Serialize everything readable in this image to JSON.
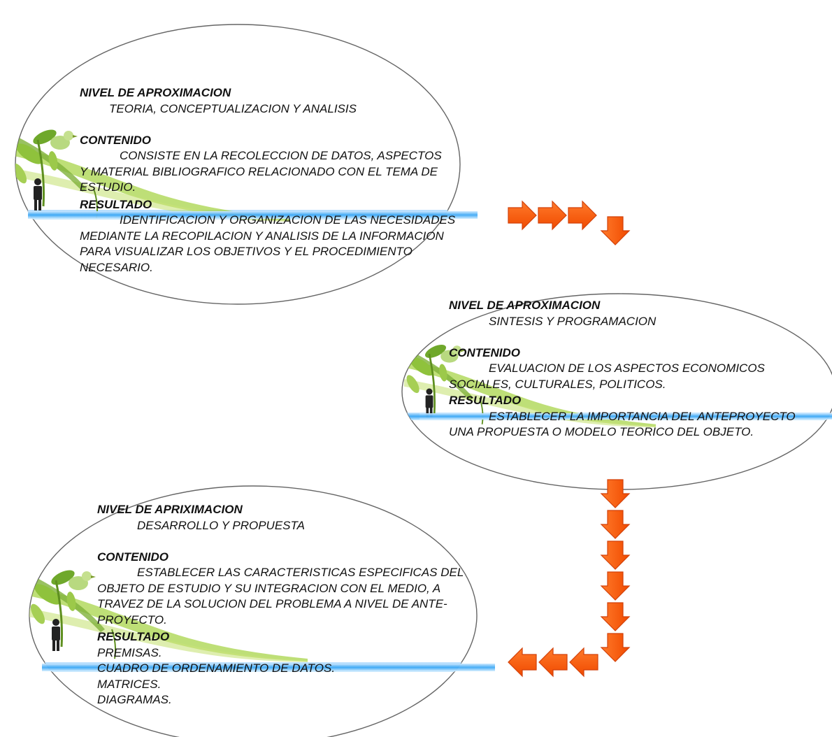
{
  "blocks": [
    {
      "nivel_heading": "NIVEL DE APROXIMACION",
      "nivel_value": "TEORIA, CONCEPTUALIZACION Y ANALISIS",
      "contenido_heading": "CONTENIDO",
      "contenido_lines": [
        "CONSISTE EN LA RECOLECCION DE DATOS, ASPECTOS",
        "Y MATERIAL BIBLIOGRAFICO RELACIONADO CON EL TEMA DE",
        "ESTUDIO."
      ],
      "resultado_heading": "RESULTADO",
      "resultado_lines": [
        "IDENTIFICACION Y ORGANIZACION DE LAS NECESIDADES",
        "MEDIANTE LA RECOPILACION Y ANALISIS DE LA INFORMACION",
        "PARA VISUALIZAR LOS OBJETIVOS Y EL PROCEDIMIENTO",
        "NECESARIO."
      ]
    },
    {
      "nivel_heading": "NIVEL DE APROXIMACION",
      "nivel_value": "SINTESIS Y PROGRAMACION",
      "contenido_heading": "CONTENIDO",
      "contenido_lines": [
        "EVALUACION DE LOS ASPECTOS ECONOMICOS",
        "SOCIALES, CULTURALES, POLITICOS."
      ],
      "resultado_heading": "RESULTADO",
      "resultado_lines": [
        "ESTABLECER LA IMPORTANCIA DEL ANTEPROYECTO",
        "UNA PROPUESTA O MODELO TEORICO DEL OBJETO."
      ]
    },
    {
      "nivel_heading": "NIVEL DE APRIXIMACION",
      "nivel_value": "DESARROLLO Y PROPUESTA",
      "contenido_heading": "CONTENIDO",
      "contenido_lines": [
        "ESTABLECER LAS CARACTERISTICAS ESPECIFICAS DEL",
        "OBJETO DE ESTUDIO Y SU INTEGRACION CON EL MEDIO, A",
        "TRAVEZ DE LA SOLUCION DEL PROBLEMA A NIVEL DE ANTE-",
        "PROYECTO."
      ],
      "resultado_heading": "RESULTADO",
      "resultado_lines": [
        "PREMISAS.",
        "CUADRO DE ORDENAMIENTO DE DATOS.",
        "MATRICES.",
        "DIAGRAMAS."
      ]
    }
  ],
  "colors": {
    "arrow_fill": "#ff5a0a",
    "arrow_stroke": "#d2410a",
    "band": "#3fa9f5",
    "leaf": "#8fc23c",
    "leaf_dark": "#5e8f1f",
    "ellipse_stroke": "#555555",
    "text": "#111111"
  },
  "icons": [
    "leaf-bird-decoration-icon",
    "person-figure-icon",
    "right-arrow-icon",
    "down-arrow-icon",
    "left-arrow-icon"
  ]
}
